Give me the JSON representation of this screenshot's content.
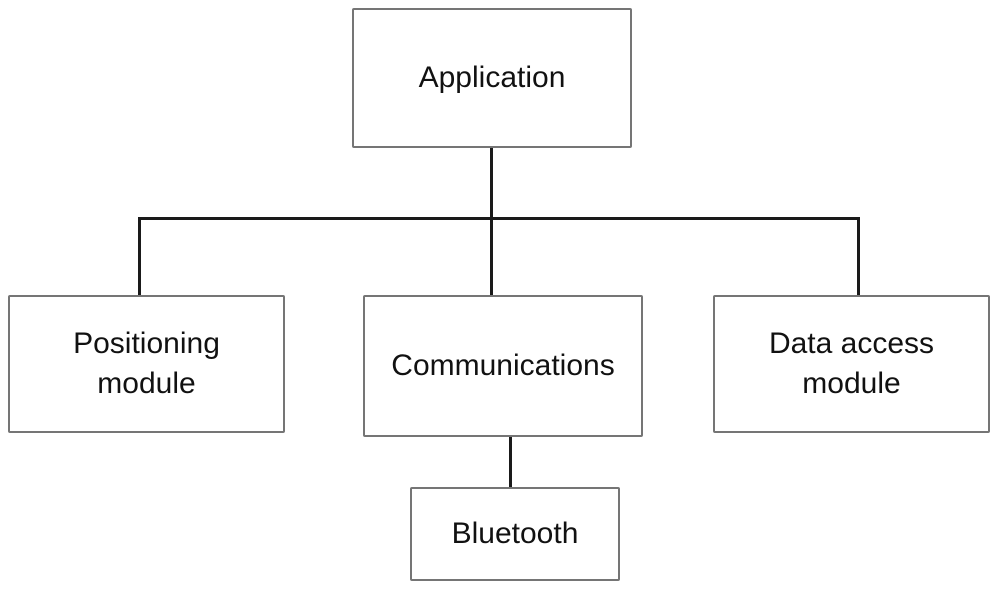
{
  "diagram": {
    "type": "block-hierarchy",
    "nodes": [
      {
        "id": "application",
        "label": "Application"
      },
      {
        "id": "positioning",
        "label": "Positioning module"
      },
      {
        "id": "communications",
        "label": "Communications"
      },
      {
        "id": "data_access",
        "label": "Data access module"
      },
      {
        "id": "bluetooth",
        "label": "Bluetooth"
      }
    ],
    "edges": [
      {
        "from": "application",
        "to": "positioning"
      },
      {
        "from": "application",
        "to": "communications"
      },
      {
        "from": "application",
        "to": "data_access"
      },
      {
        "from": "communications",
        "to": "bluetooth"
      }
    ],
    "colors": {
      "background": "#ffffff",
      "box_border": "#757575",
      "connector": "#1a1a1a",
      "text": "#111111"
    }
  }
}
